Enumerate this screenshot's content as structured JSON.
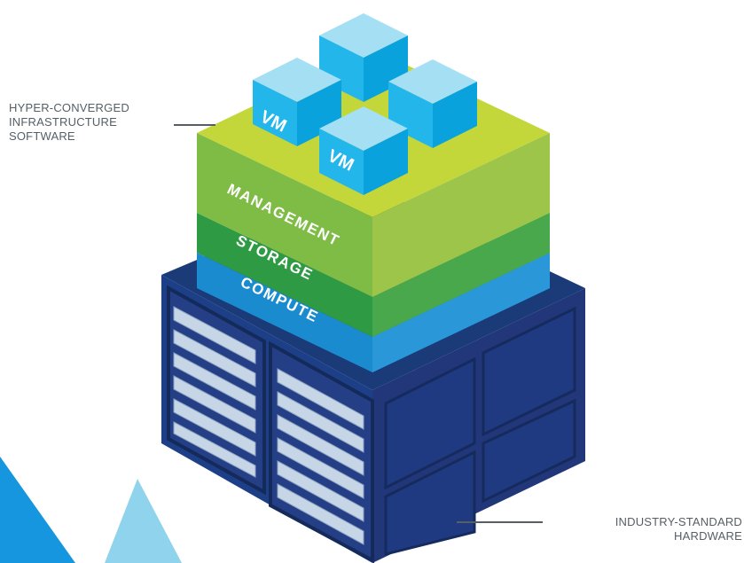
{
  "callouts": {
    "software": [
      "HYPER-CONVERGED",
      "INFRASTRUCTURE",
      "SOFTWARE"
    ],
    "hardware": [
      "INDUSTRY-STANDARD",
      "HARDWARE"
    ]
  },
  "layers": {
    "management": "MANAGEMENT",
    "storage": "STORAGE",
    "compute": "COMPUTE"
  },
  "vm_labels": [
    "VM",
    "VM"
  ],
  "colors": {
    "management": "#8cc04b",
    "storage": "#3a9a4a",
    "compute": "#1b8bd0",
    "server_dark": "#1a3a78",
    "vm_cube": "#16b6e8",
    "accent_triangle": "#139be3",
    "callout_text": "#555f66"
  }
}
